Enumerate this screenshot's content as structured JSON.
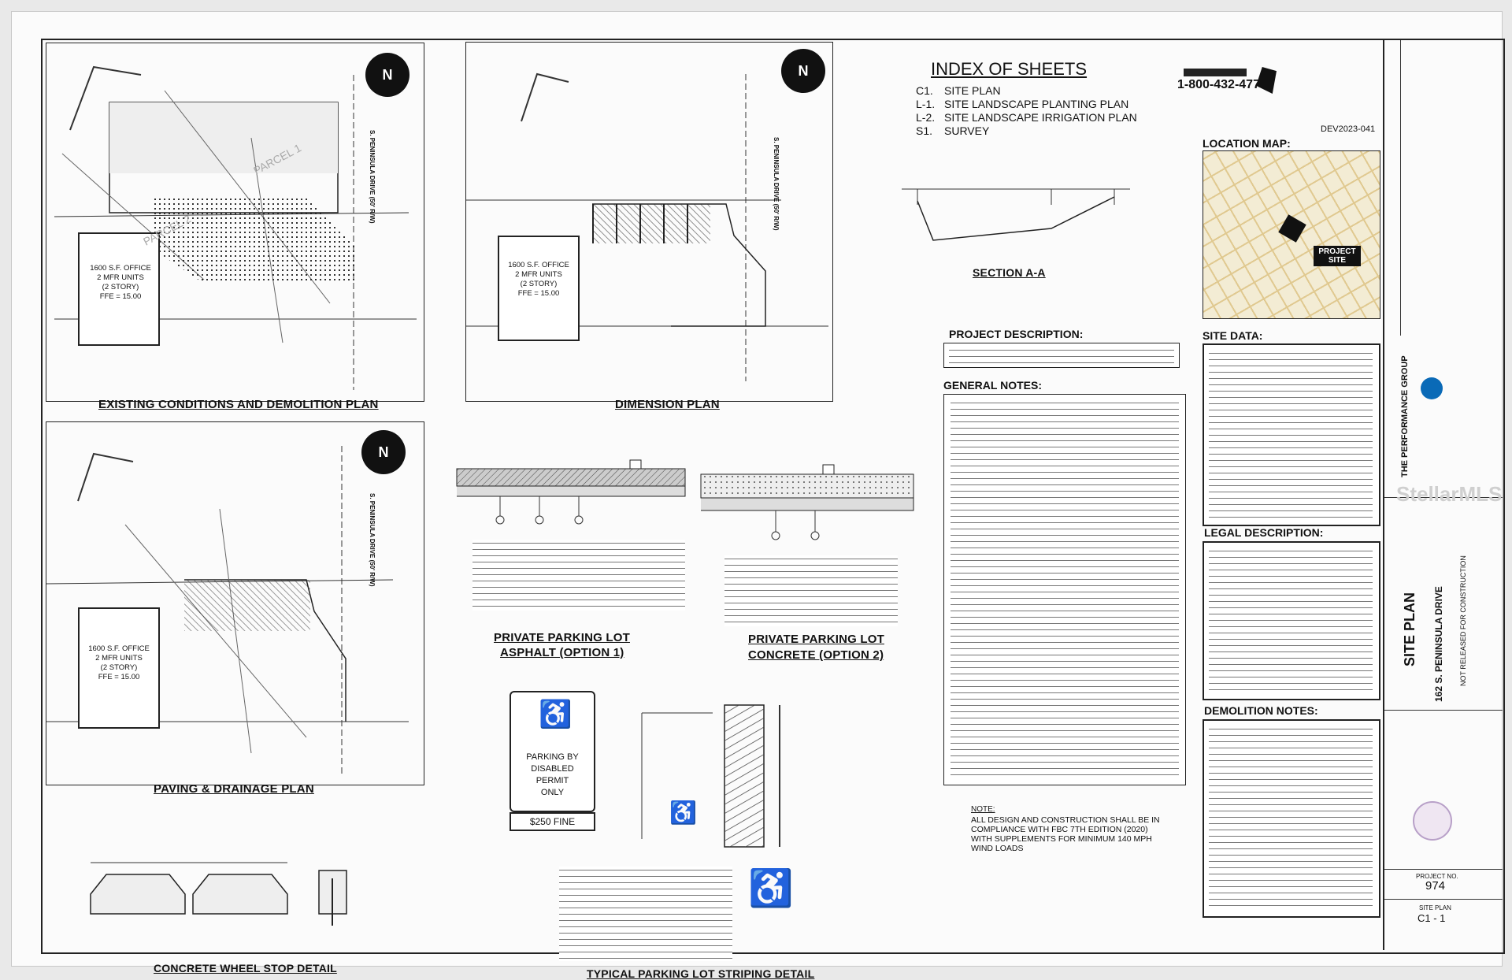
{
  "watermark": "StellarMLS",
  "index": {
    "heading": "INDEX OF SHEETS",
    "sheets": [
      {
        "code": "C1.",
        "name": "SITE PLAN"
      },
      {
        "code": "L-1.",
        "name": "SITE LANDSCAPE PLANTING PLAN"
      },
      {
        "code": "L-2.",
        "name": "SITE LANDSCAPE IRRIGATION PLAN"
      },
      {
        "code": "S1.",
        "name": "SURVEY"
      }
    ]
  },
  "call_before_dig": {
    "phone": "1-800-432-4770"
  },
  "permit_no": "DEV2023-041",
  "labels": {
    "existing_plan": "EXISTING CONDITIONS AND DEMOLITION PLAN",
    "dimension_plan": "DIMENSION PLAN",
    "paving_plan": "PAVING & DRAINAGE PLAN",
    "asphalt_title_1": "PRIVATE PARKING LOT",
    "asphalt_title_2": "ASPHALT (OPTION 1)",
    "concrete_title_1": "PRIVATE PARKING LOT",
    "concrete_title_2": "CONCRETE (OPTION 2)",
    "wheel_stop": "CONCRETE WHEEL STOP DETAIL",
    "striping": "TYPICAL PARKING LOT STRIPING DETAIL",
    "section": "SECTION A-A",
    "location_map": "LOCATION MAP:",
    "project_description": "PROJECT DESCRIPTION:",
    "general_notes": "GENERAL NOTES:",
    "site_data": "SITE DATA:",
    "legal_description": "LEGAL DESCRIPTION:",
    "demolition_notes": "DEMOLITION NOTES:",
    "project_site": "PROJECT SITE",
    "street": "S. PENINSULA DRIVE (50' R/W)",
    "parcel_1": "PARCEL 1",
    "parcel_2": "PARCEL 2"
  },
  "building": {
    "line1": "1600 S.F. OFFICE",
    "line2": "2 MFR UNITS",
    "line3": "(2 STORY)",
    "line4": "FFE = 15.00"
  },
  "north_symbol": "N",
  "sign": {
    "line1": "PARKING BY",
    "line2": "DISABLED",
    "line3": "PERMIT",
    "line4": "ONLY",
    "fine": "$250 FINE"
  },
  "note_block": {
    "heading": "NOTE:",
    "text": "ALL DESIGN AND CONSTRUCTION SHALL BE IN COMPLIANCE WITH FBC 7TH EDITION (2020) WITH SUPPLEMENTS FOR MINIMUM 140 MPH WIND LOADS"
  },
  "title_block": {
    "company": "THE PERFORMANCE GROUP",
    "sheet_title": "SITE PLAN",
    "address": "162 S. PENINSULA DRIVE",
    "status": "NOT RELEASED FOR CONSTRUCTION",
    "project_no_label": "PROJECT NO.",
    "project_no": "974",
    "sheet_label": "SITE PLAN",
    "sheet_no": "C1 - 1"
  }
}
